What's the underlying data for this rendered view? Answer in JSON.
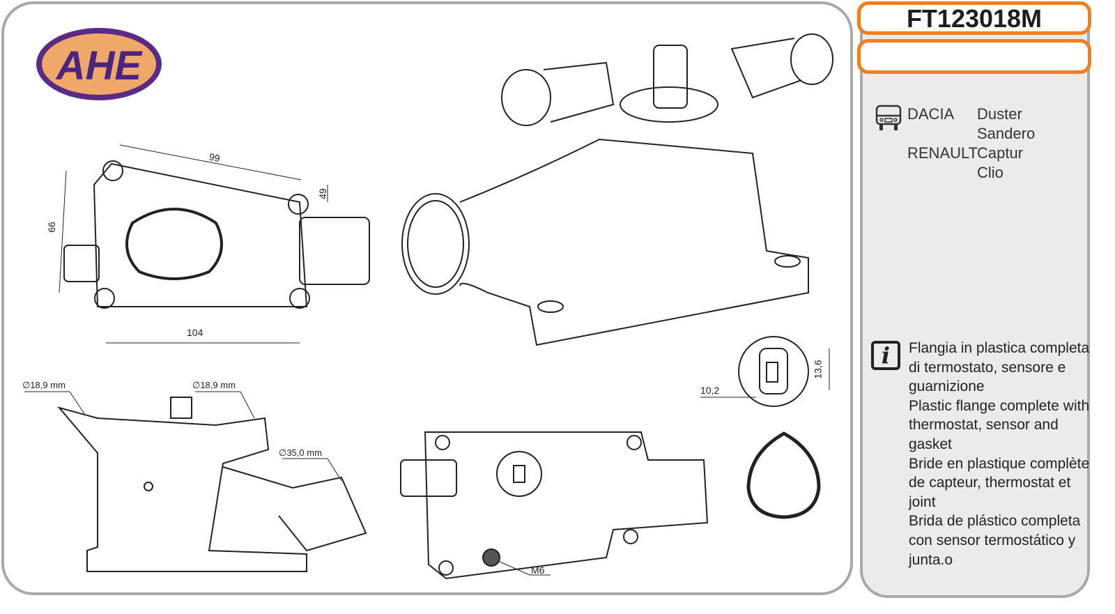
{
  "brand": {
    "logo_text": "AHE",
    "colors": {
      "logo_oval": "#5b2a86",
      "logo_fill": "#f0a868",
      "accent": "#f07f1d",
      "panel": "#ebebeb"
    }
  },
  "product": {
    "code": "FT123018M",
    "subtitle": ""
  },
  "applications": [
    {
      "make": "DACIA",
      "models": [
        "Duster",
        "Sandero"
      ]
    },
    {
      "make": "RENAULT",
      "models": [
        "Captur",
        "Clio"
      ]
    }
  ],
  "description": [
    "Flangia in plastica completa di termostato, sensore e guarnizione",
    "Plastic flange complete with thermostat, sensor and gasket",
    "Bride en plastique complète de capteur, thermostat et joint",
    "Brida de plástico completa con sensor termostático y junta.o"
  ],
  "dimensions": {
    "top_width": "99",
    "height_right": "49",
    "height_left": "66",
    "bottom_width": "104",
    "pipe_a": "∅18,9 mm",
    "pipe_b": "∅18,9 mm",
    "pipe_c": "∅35,0 mm",
    "connector_w": "10,2",
    "connector_h": "13,6",
    "thread": "M6"
  }
}
